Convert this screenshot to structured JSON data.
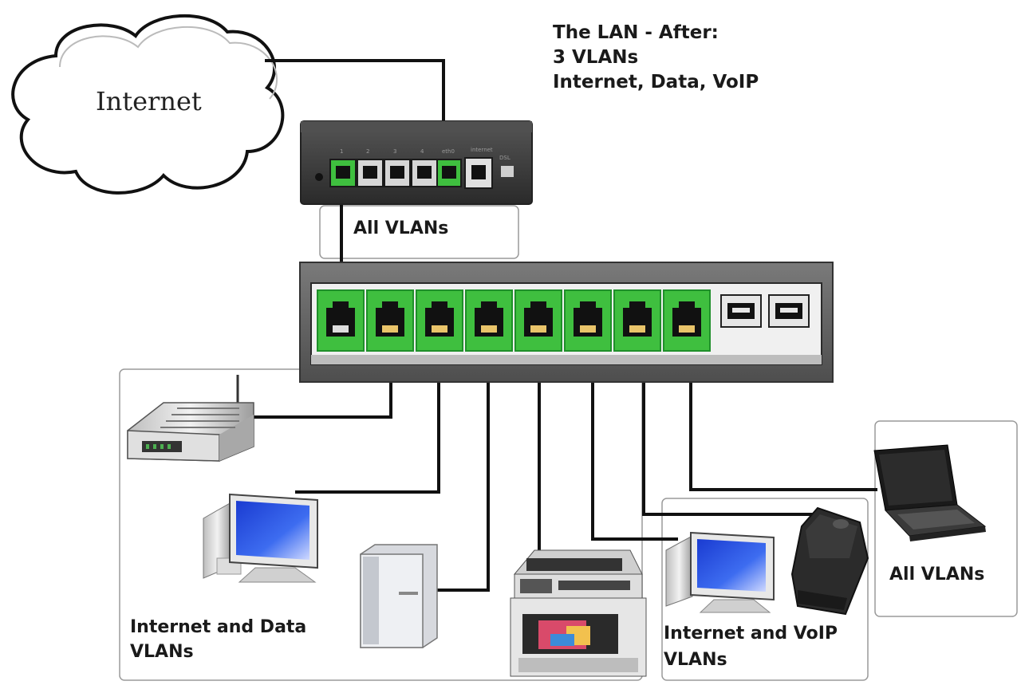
{
  "title": {
    "line1": "The LAN - After:",
    "line2": "3 VLANs",
    "line3": "Internet, Data, VoIP"
  },
  "cloud": {
    "label": "Internet"
  },
  "router": {
    "vlan_label": "All VLANs"
  },
  "groups": {
    "data": {
      "label_line1": "Internet and Data",
      "label_line2": "VLANs"
    },
    "voip": {
      "label_line1": "Internet and VoIP",
      "label_line2": "VLANs"
    },
    "laptop": {
      "label": "All VLANs"
    }
  },
  "colors": {
    "port_green": "#3fbf3f",
    "port_green_dark": "#1f8f2a",
    "switch_body": "#6a6a6a",
    "router_body": "#3c3c3c",
    "cable": "#111111",
    "monitor_screen": "#2a4fd6"
  },
  "devices": [
    "wireless-router",
    "desktop-computer",
    "nas-storage",
    "printer",
    "desktop-computer",
    "voip-adapter",
    "laptop"
  ]
}
